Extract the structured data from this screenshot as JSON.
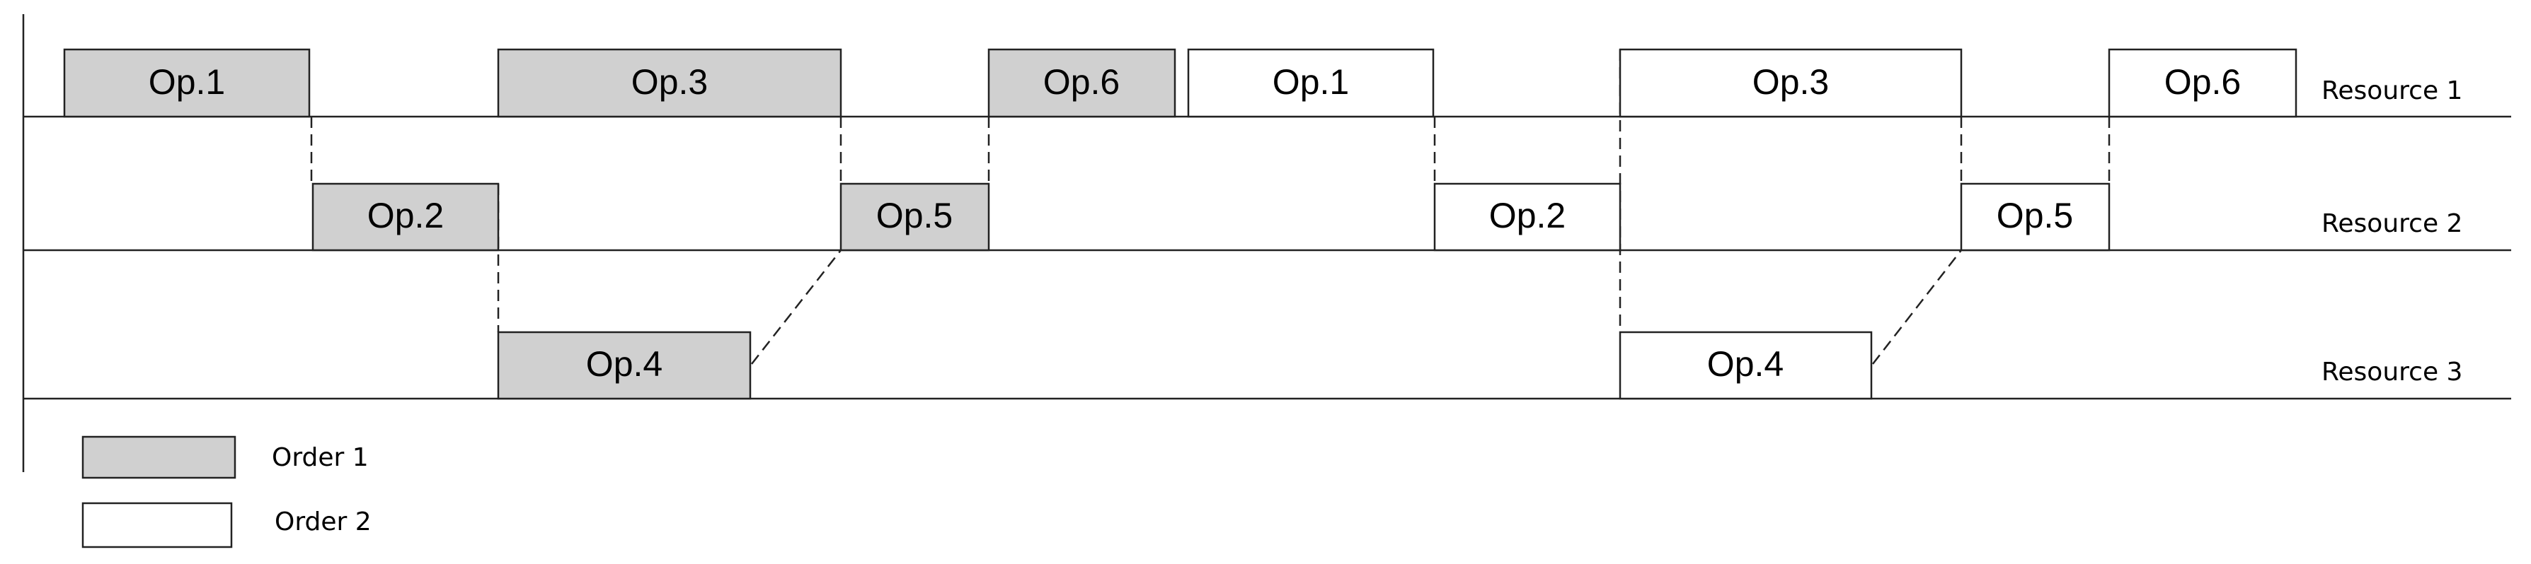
{
  "colors": {
    "order1_fill": "#d0d0d0",
    "order2_fill": "#ffffff",
    "line": "#222222"
  },
  "resources": [
    {
      "label": "Resource 1"
    },
    {
      "label": "Resource 2"
    },
    {
      "label": "Resource 3"
    }
  ],
  "legend": [
    {
      "label": "Order 1",
      "order": 1
    },
    {
      "label": "Order 2",
      "order": 2
    }
  ],
  "operations": [
    {
      "label": "Op.1",
      "order": 1,
      "resource": 1
    },
    {
      "label": "Op.2",
      "order": 1,
      "resource": 2
    },
    {
      "label": "Op.3",
      "order": 1,
      "resource": 1
    },
    {
      "label": "Op.4",
      "order": 1,
      "resource": 3
    },
    {
      "label": "Op.5",
      "order": 1,
      "resource": 2
    },
    {
      "label": "Op.6",
      "order": 1,
      "resource": 1
    },
    {
      "label": "Op.1",
      "order": 2,
      "resource": 1
    },
    {
      "label": "Op.2",
      "order": 2,
      "resource": 2
    },
    {
      "label": "Op.3",
      "order": 2,
      "resource": 1
    },
    {
      "label": "Op.4",
      "order": 2,
      "resource": 3
    },
    {
      "label": "Op.5",
      "order": 2,
      "resource": 2
    },
    {
      "label": "Op.6",
      "order": 2,
      "resource": 1
    }
  ]
}
